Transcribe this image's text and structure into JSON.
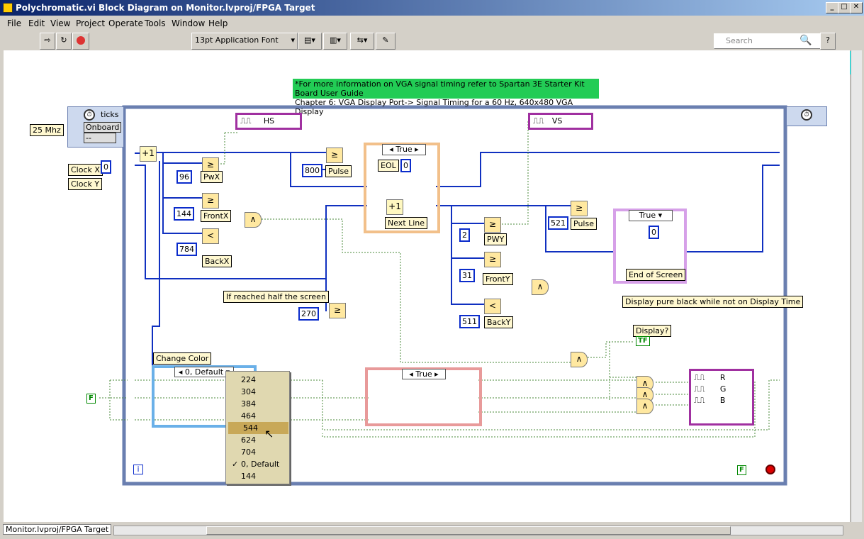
{
  "window": {
    "title": "Polychromatic.vi Block Diagram on Monitor.lvproj/FPGA Target"
  },
  "menu": [
    "File",
    "Edit",
    "View",
    "Project",
    "Operate",
    "Tools",
    "Window",
    "Help"
  ],
  "toolbar": {
    "font": "13pt Application Font",
    "search_placeholder": "Search",
    "help": "?"
  },
  "note": {
    "line1": "*For more information on VGA signal timing refer to Spartan 3E Starter Kit Board User Guide",
    "line2": "Chapter 6: VGA Display Port-> Signal Timing for a 60 Hz, 640x480 VGA Display"
  },
  "clock": {
    "rate": "25 Mhz",
    "ticks": "ticks",
    "unit": "Onboard",
    "dash": "--",
    "clockx": "Clock X",
    "clocky": "Clock Y",
    "zero": "0"
  },
  "consts": {
    "pwx": "96",
    "frontx": "144",
    "backx": "784",
    "pulse": "800",
    "eol": "0",
    "pwy": "2",
    "fronty": "31",
    "backy": "511",
    "pulse_y": "521",
    "half": "270",
    "eos": "0"
  },
  "labels": {
    "pwx": "PwX",
    "frontx": "FrontX",
    "backx": "BackX",
    "pulse": "Pulse",
    "eol": "EOL",
    "nextline": "Next Line",
    "pwy": "PWY",
    "fronty": "FrontY",
    "backy": "BackY",
    "pulse_y": "Pulse",
    "eos": "End of Screen",
    "half": "If reached half the screen",
    "black": "Display pure black while not on Display Time",
    "display": "Display?",
    "changecolor": "Change Color",
    "tf": "TF",
    "f": "F",
    "i": "i"
  },
  "io": {
    "hs": "HS",
    "vs": "VS",
    "r": "R",
    "g": "G",
    "b": "B"
  },
  "cases": {
    "true": "True",
    "case_true2": "True",
    "eos_true": "True",
    "default": "0, Default"
  },
  "dropdown": [
    "224",
    "304",
    "384",
    "464",
    "544",
    "624",
    "704",
    "0, Default",
    "144"
  ],
  "dropdown_selected": "544",
  "dropdown_checked": "0, Default",
  "status": {
    "target": "Monitor.lvproj/FPGA Target"
  }
}
